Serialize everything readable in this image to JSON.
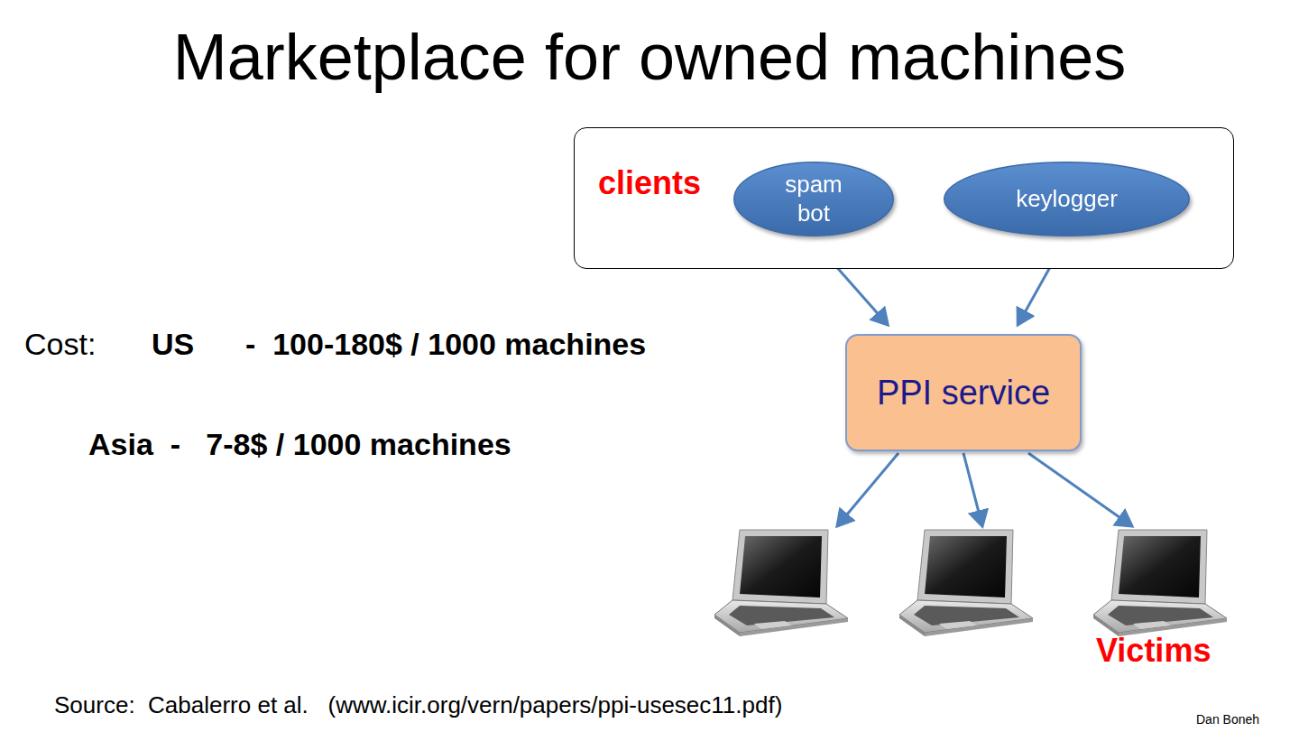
{
  "diagram": {
    "title": "Marketplace for owned machines",
    "nodes": [
      {
        "text": [
          "clients"
        ]
      },
      {
        "text": [
          "spam bot"
        ],
        "in": 0
      },
      {
        "text": [
          "keylogger"
        ],
        "in": 0
      },
      {
        "text": [
          "PPI service"
        ]
      }
    ],
    "edges": [
      {
        "from": 1,
        "to": 3,
        "arrow": "to"
      },
      {
        "from": 2,
        "to": 3,
        "arrow": "to"
      }
    ],
    "labels": [
      "Cost:",
      "US",
      "-  100-180$ / 1000 machines",
      "Asia  -   7-8$ / 1000 machines",
      "Victims",
      "Source:  Cabalerro et al.   (www.icir.org/vern/papers/ppi-usesec11.pdf)",
      "Dan Boneh"
    ]
  }
}
